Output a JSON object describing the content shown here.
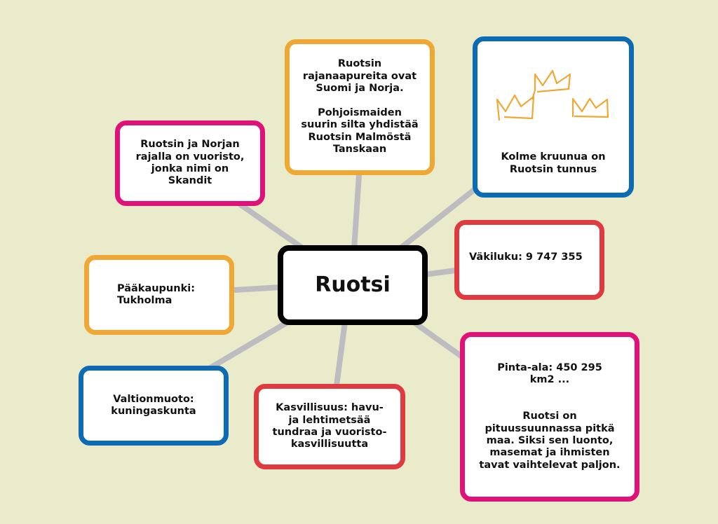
{
  "center": "Ruotsi",
  "nodes": {
    "mountains": "Ruotsin ja Norjan\nrajalla on vuoristo,\njonka nimi on\nSkandit",
    "neighbours": "Ruotsin\nrajanaapureita ovat\nSuomi ja Norja.\n\nPohjoismaiden\nsuurin silta yhdistää\nRuotsin Malmöstä\nTanskaan",
    "crowns": "Kolme kruunua on\nRuotsin tunnus",
    "population": "Väkiluku: 9 747 355",
    "capital": "Pääkaupunki:\nTukholma",
    "government": "Valtionmuoto:\nkuningaskunta",
    "vegetation": "Kasvillisuus: havu-\nja lehtimetsää\ntundraa ja vuoristo-\nkasvillisuutta",
    "area": "Pinta-ala: 450 295\nkm2 ...\n\n\nRuotsi on\npituussuunnassa pitkä\nmaa. Siksi sen luonto,\nmasemat ja ihmisten\ntavat vaihtelevat paljon."
  },
  "colors": {
    "background": "#e9ebca",
    "orange": "#f0a835",
    "pink": "#e0127a",
    "blue": "#0d6ab5",
    "red": "#de3a3f",
    "link": "#bdbcc0"
  }
}
